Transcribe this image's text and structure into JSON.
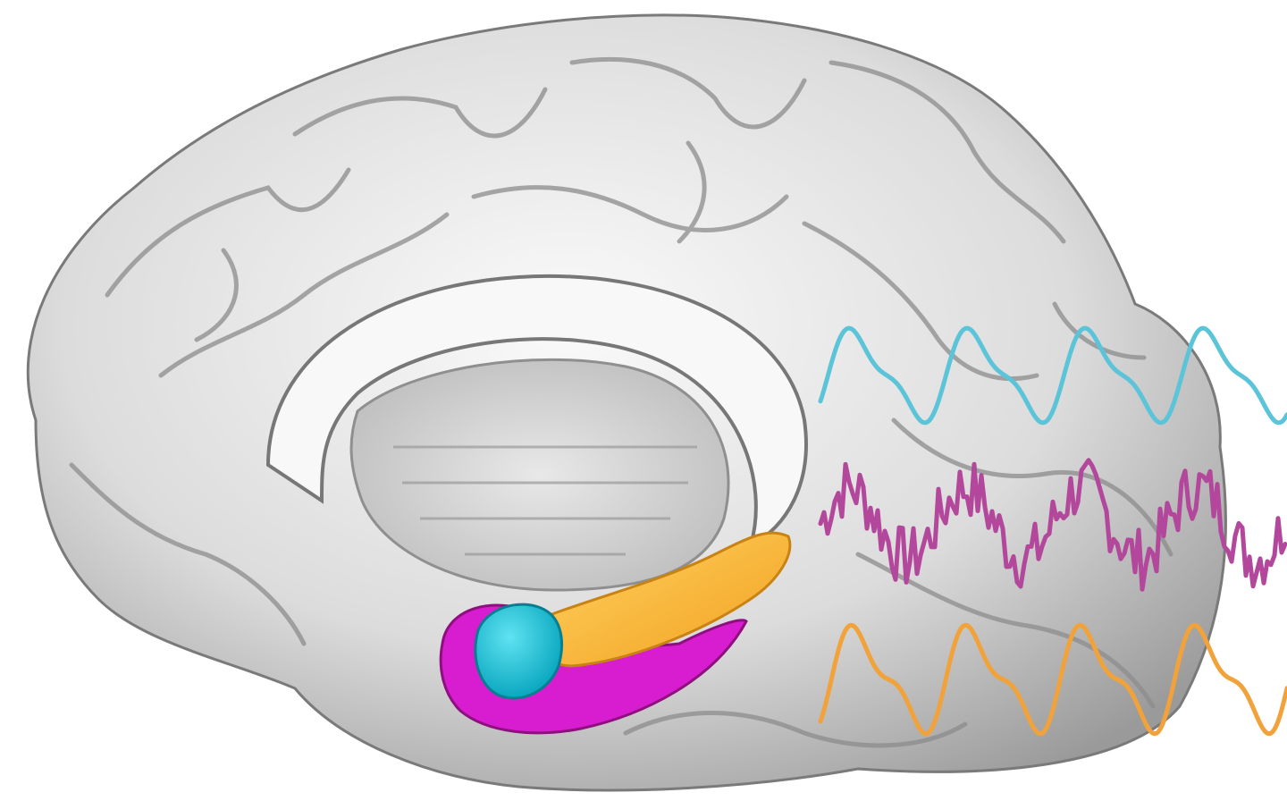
{
  "figure": {
    "background": "#ffffff",
    "brain": {
      "surface_color": "#d9d9d9",
      "highlight_color": "#f7f7f7",
      "shadow_color": "#8c8c8c",
      "outline_color": "#6b6b6b"
    },
    "regions": [
      {
        "id": "cyan-region",
        "color": "#1ec8dc"
      },
      {
        "id": "magenta-region",
        "color": "#d81ccf"
      },
      {
        "id": "orange-region",
        "color": "#f7b533"
      }
    ],
    "waves": [
      {
        "id": "cyan-wave",
        "color": "#5cc4d8",
        "kind": "smooth"
      },
      {
        "id": "magenta-wave",
        "color": "#b2479b",
        "kind": "noisy"
      },
      {
        "id": "orange-wave",
        "color": "#f2a23a",
        "kind": "smooth"
      }
    ]
  }
}
